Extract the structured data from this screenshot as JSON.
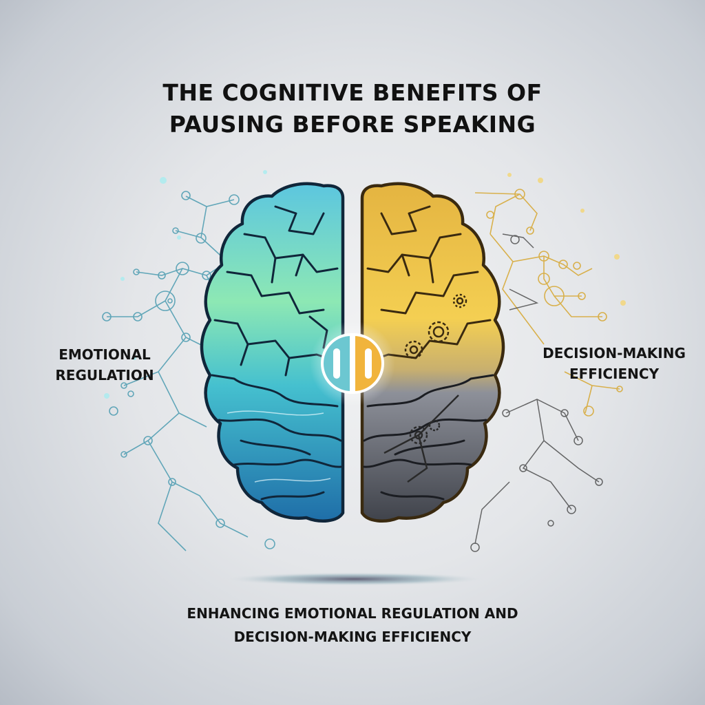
{
  "header": {
    "title_line1": "THE COGNITIVE BENEFITS OF",
    "title_line2": "PAUSING BEFORE SPEAKING"
  },
  "labels": {
    "left_line1": "EMOTIONAL",
    "left_line2": "REGULATION",
    "right_line1": "DECISION-MAKING",
    "right_line2": "EFFICIENCY"
  },
  "footer": {
    "subtitle_line1": "ENHANCING EMOTIONAL REGULATION AND",
    "subtitle_line2": "DECISION-MAKING EFFICIENCY"
  },
  "illustration": {
    "left_hemisphere": "brain-left-hemisphere (blue-green gradient)",
    "right_hemisphere": "brain-right-hemisphere (gold top, gray bottom, with gears)",
    "center_icon": "pause-icon",
    "left_network": "neural-network (teal nodes)",
    "right_network": "neural-network (gold/dark nodes)"
  },
  "colors": {
    "left_top": "#7fe0b0",
    "left_bottom": "#2a7fb8",
    "right_top": "#f2c94c",
    "right_bottom": "#5d616a",
    "outline": "#10263a",
    "pause_left": "#6cc7d1",
    "pause_right": "#f1b43c",
    "network_left": "#4a9bb0",
    "network_right": "#d7aa3a"
  }
}
